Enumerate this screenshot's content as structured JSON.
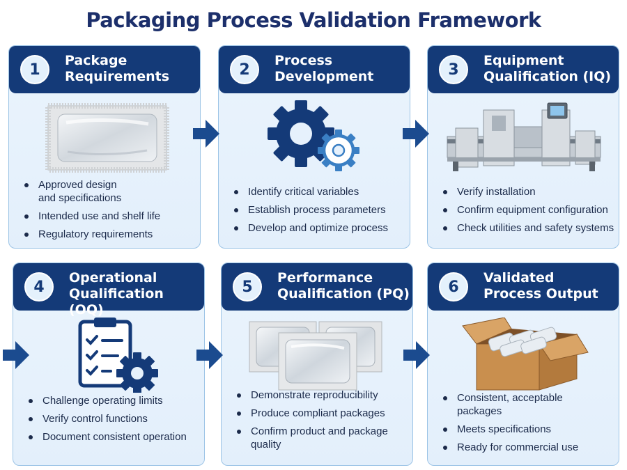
{
  "title": "Packaging Process Validation Framework",
  "colors": {
    "header": "#143a78",
    "card_bg": "#e6f1fc",
    "arrow": "#1b4b8f"
  },
  "steps": [
    {
      "number": "1",
      "title_line1": "Package",
      "title_line2": "Requirements",
      "illustration": "sealed-pouch-icon",
      "bullets": [
        "Approved design",
        "and specifications",
        "Intended use and shelf life",
        "Regulatory requirements"
      ]
    },
    {
      "number": "2",
      "title_line1": "Process",
      "title_line2": "Development",
      "illustration": "gears-icon",
      "bullets": [
        "Identify critical variables",
        "Establish process parameters",
        "Develop and optimize process"
      ]
    },
    {
      "number": "3",
      "title_line1": "Equipment",
      "title_line2": "Qualification (IQ)",
      "illustration": "packaging-machine-icon",
      "bullets": [
        "Verify installation",
        "Confirm equipment configuration",
        "Check utilities and safety systems"
      ]
    },
    {
      "number": "4",
      "title_line1": "Operational",
      "title_line2": "Qualification (OQ)",
      "illustration": "checklist-gear-icon",
      "bullets": [
        "Challenge operating limits",
        "Verify control functions",
        "Document consistent operation"
      ]
    },
    {
      "number": "5",
      "title_line1": "Performance",
      "title_line2": "Qualification (PQ)",
      "illustration": "pouches-icon",
      "bullets": [
        "Demonstrate reproducibility",
        "Produce compliant packages",
        "Confirm product and package",
        "quality"
      ]
    },
    {
      "number": "6",
      "title_line1": "Validated",
      "title_line2": "Process Output",
      "illustration": "shipping-box-icon",
      "bullets": [
        "Consistent, acceptable",
        "packages",
        "Meets specifications",
        "Ready for commercial use"
      ]
    }
  ]
}
